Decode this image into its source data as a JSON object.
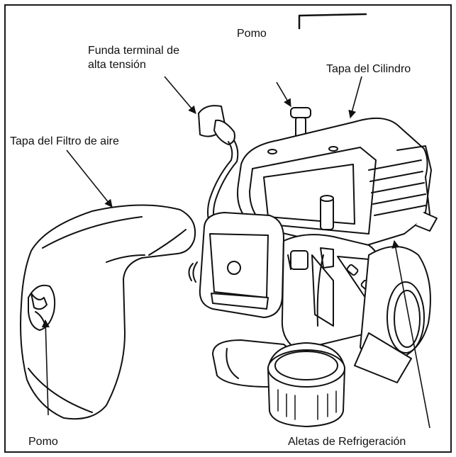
{
  "labels": {
    "funda_line1": "Funda terminal de",
    "funda_line2": "alta tensión",
    "pomo_top": "Pomo",
    "tapa_cilindro": "Tapa del Cilindro",
    "tapa_filtro": "Tapa del Filtro de aire",
    "pomo_bottom": "Pomo",
    "aletas": "Aletas de Refrigeración"
  },
  "colors": {
    "ink": "#111111",
    "paper": "#ffffff",
    "frame": "#1a1a1a"
  }
}
